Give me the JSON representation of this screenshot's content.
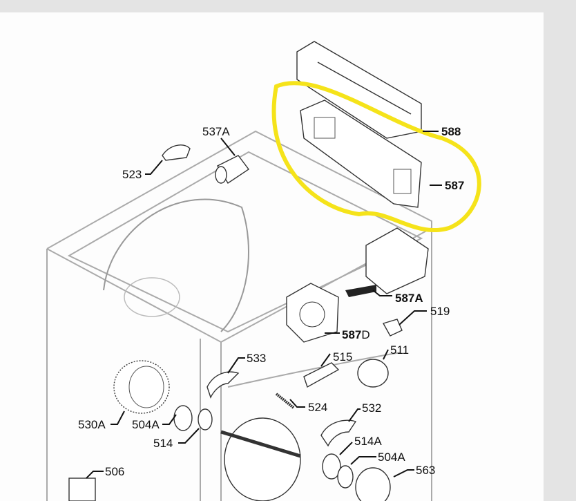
{
  "diagram": {
    "highlight_color": "#f5e31a",
    "labels": {
      "l523": "523",
      "l537A": "537A",
      "l588": "588",
      "l587": "587",
      "l587A": "587A",
      "l519": "519",
      "l587D_num": "587",
      "l587D_suffix": "D",
      "l533": "533",
      "l515": "515",
      "l511": "511",
      "l530A": "530A",
      "l504A_left": "504A",
      "l524": "524",
      "l532": "532",
      "l514": "514",
      "l514A": "514A",
      "l504A_right": "504A",
      "l563": "563",
      "l506": "506"
    }
  }
}
